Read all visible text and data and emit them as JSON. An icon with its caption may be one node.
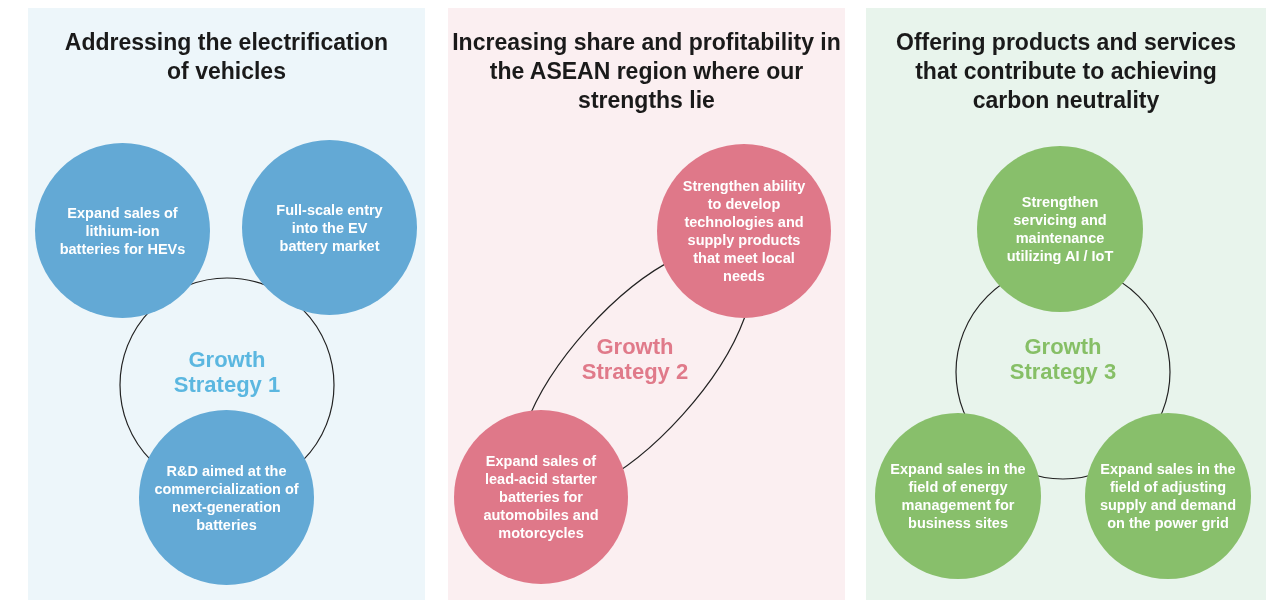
{
  "diagram": {
    "nodes": [
      {
        "text": [
          "Addressing the electrification of vehicles"
        ]
      },
      {
        "text": [
          "Growth Strategy 1"
        ],
        "in": 0
      },
      {
        "text": [
          "Expand sales of lithium-ion batteries for HEVs"
        ],
        "in": 0
      },
      {
        "text": [
          "Full-scale entry into the EV battery market"
        ],
        "in": 0
      },
      {
        "text": [
          "R&D aimed at the commercialization of next-generation batteries"
        ],
        "in": 0
      },
      {
        "text": [
          "Increasing share and profitability in the ASEAN region where our strengths lie"
        ]
      },
      {
        "text": [
          "Growth Strategy 2"
        ],
        "in": 5
      },
      {
        "text": [
          "Strengthen ability to develop technologies and supply products that meet local needs"
        ],
        "in": 5
      },
      {
        "text": [
          "Expand sales of lead-acid starter batteries for automobiles and motorcycles"
        ],
        "in": 5
      },
      {
        "text": [
          "Offering products and services that contribute to achieving carbon neutrality"
        ]
      },
      {
        "text": [
          "Growth Strategy 3"
        ],
        "in": 9
      },
      {
        "text": [
          "Strengthen servicing and maintenance utilizing AI / IoT"
        ],
        "in": 9
      },
      {
        "text": [
          "Expand sales in the field of energy management for business sites"
        ],
        "in": 9
      },
      {
        "text": [
          "Expand sales in the field of adjusting supply and demand on the power grid"
        ],
        "in": 9
      }
    ]
  }
}
